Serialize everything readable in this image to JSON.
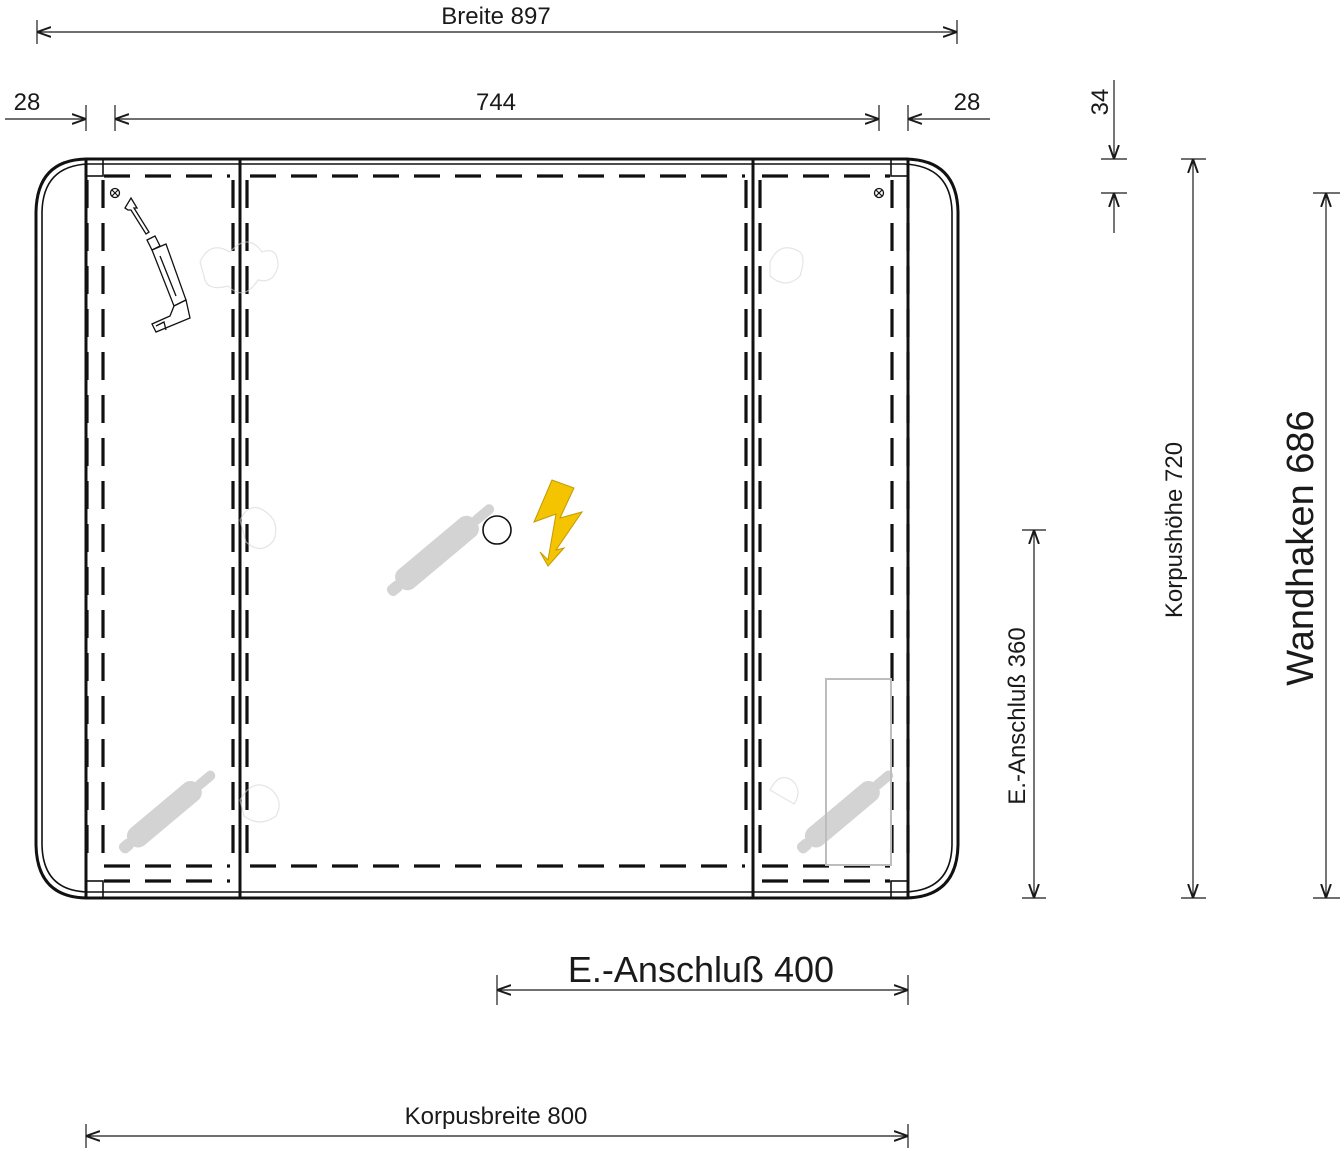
{
  "dimensions": {
    "overall_width": "Breite 897",
    "left_offset": "28",
    "door_width": "744",
    "right_offset": "28",
    "top_offset": "34",
    "body_height": "Korpushöhe 720",
    "wall_hook": "Wandhaken 686",
    "connection_height": "E.-Anschluß 360",
    "connection_width": "E.-Anschluß 400",
    "body_width": "Korpusbreite 800"
  },
  "colors": {
    "line": "#111111",
    "lightning": "#f5c400",
    "ghost": "#d3d3d3"
  },
  "icons": [
    "screw-mark-icon",
    "mounting-bracket-icon",
    "lightning-icon",
    "electrical-outlet-icon",
    "wall-plug-icon"
  ]
}
